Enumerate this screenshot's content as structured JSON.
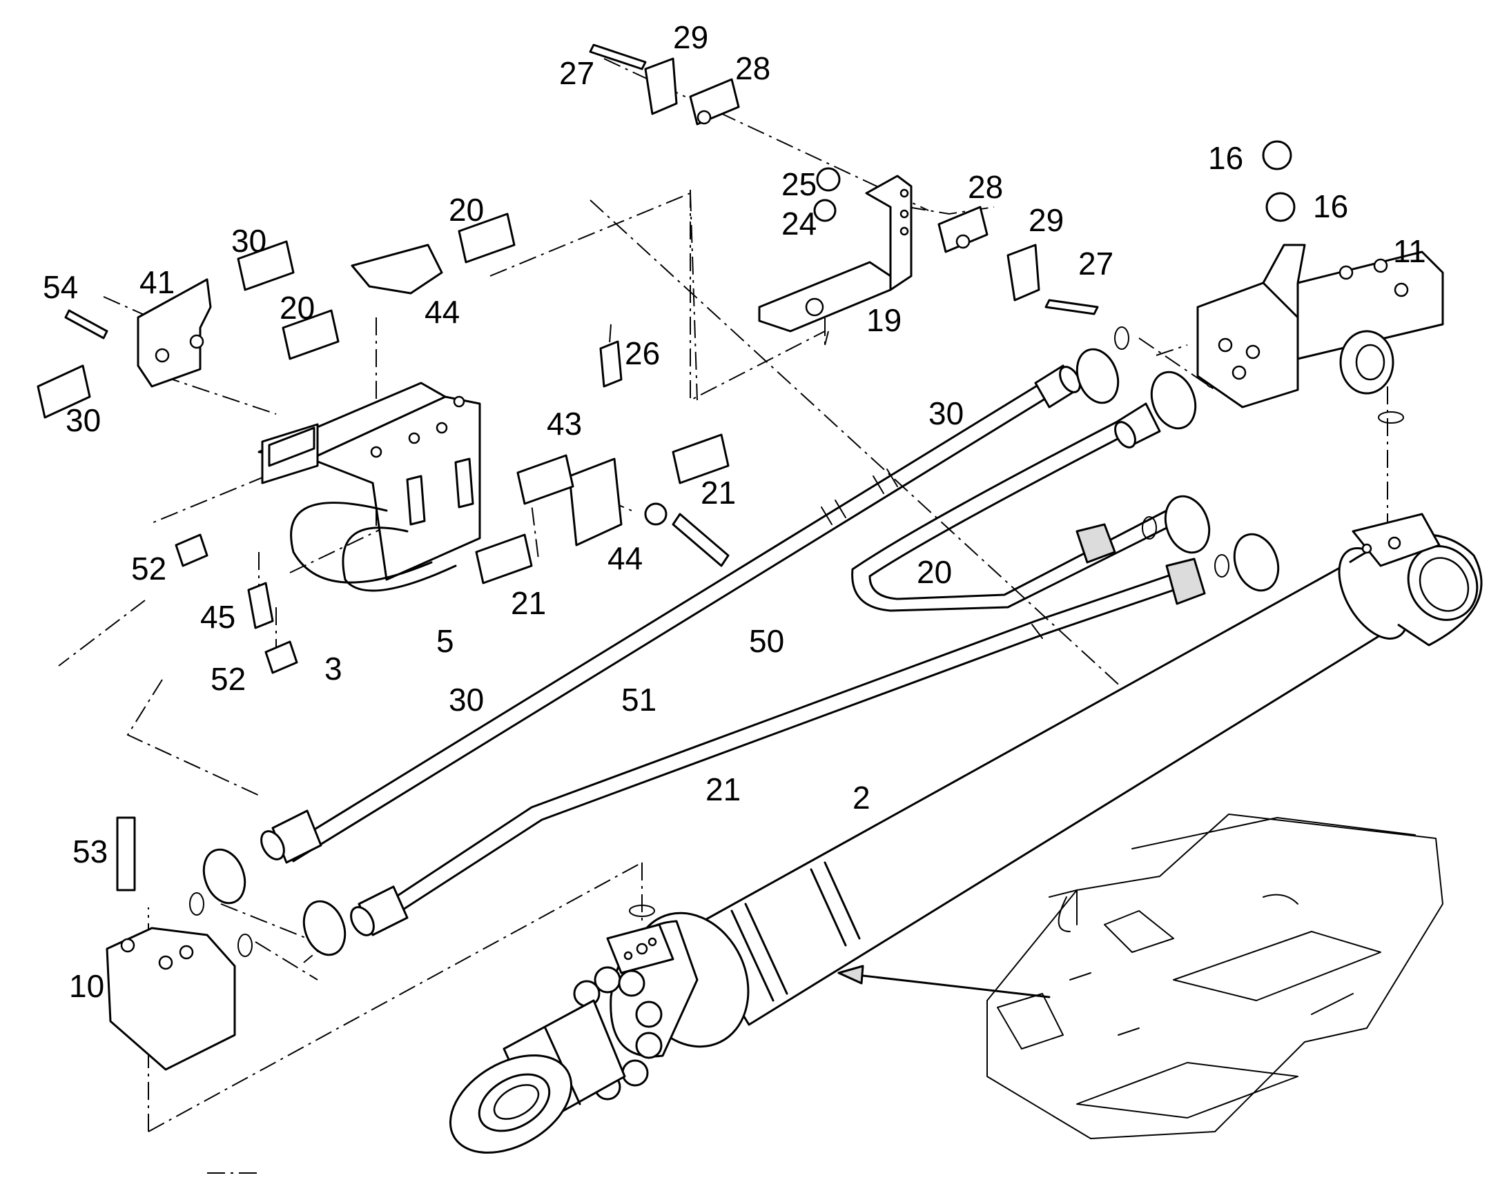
{
  "labels": {
    "l2": "2",
    "l3": "3",
    "l5": "5",
    "l10": "10",
    "l11": "11",
    "l16a": "16",
    "l16b": "16",
    "l19": "19",
    "l20a": "20",
    "l20b": "20",
    "l20c": "20",
    "l21a": "21",
    "l21b": "21",
    "l21c": "21",
    "l24": "24",
    "l25": "25",
    "l26": "26",
    "l27a": "27",
    "l27b": "27",
    "l28a": "28",
    "l28b": "28",
    "l29a": "29",
    "l29b": "29",
    "l30a": "30",
    "l30b": "30",
    "l30c": "30",
    "l30d": "30",
    "l41": "41",
    "l43": "43",
    "l44a": "44",
    "l44b": "44",
    "l45": "45",
    "l50": "50",
    "l51": "51",
    "l52a": "52",
    "l52b": "52",
    "l53": "53",
    "l54": "54"
  }
}
